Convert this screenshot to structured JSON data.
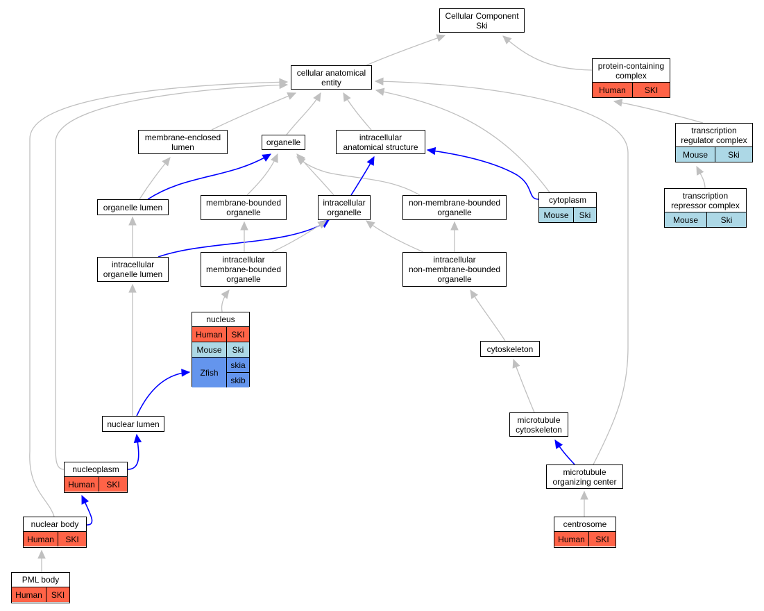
{
  "colors": {
    "edge_gray": "#c0c0c0",
    "edge_blue": "#0000ff",
    "Human": "#ff6347",
    "Mouse": "#add8e6",
    "Zfish": "#6495ed"
  },
  "nodes": {
    "cellular_component": {
      "label": "Cellular Component\nSki"
    },
    "cellular_anatomical_entity": {
      "label": "cellular anatomical\nentity"
    },
    "protein_containing_complex": {
      "label": "protein-containing\ncomplex",
      "species": [
        {
          "name": "Human",
          "genes": [
            "SKI"
          ]
        }
      ]
    },
    "membrane_enclosed_lumen": {
      "label": "membrane-enclosed\nlumen"
    },
    "organelle": {
      "label": "organelle"
    },
    "intracellular_anatomical_structure": {
      "label": "intracellular\nanatomical structure"
    },
    "transcription_regulator_complex": {
      "label": "transcription\nregulator complex",
      "species": [
        {
          "name": "Mouse",
          "genes": [
            "Ski"
          ]
        }
      ]
    },
    "organelle_lumen": {
      "label": "organelle lumen"
    },
    "membrane_bounded_organelle": {
      "label": "membrane-bounded\norganelle"
    },
    "intracellular_organelle": {
      "label": "intracellular\norganelle"
    },
    "non_membrane_bounded_organelle": {
      "label": "non-membrane-bounded\norganelle"
    },
    "cytoplasm": {
      "label": "cytoplasm",
      "species": [
        {
          "name": "Mouse",
          "genes": [
            "Ski"
          ]
        }
      ]
    },
    "transcription_repressor_complex": {
      "label": "transcription\nrepressor complex",
      "species": [
        {
          "name": "Mouse",
          "genes": [
            "Ski"
          ]
        }
      ]
    },
    "intracellular_organelle_lumen": {
      "label": "intracellular\norganelle lumen"
    },
    "intracellular_membrane_bounded_organelle": {
      "label": "intracellular\nmembrane-bounded\norganelle"
    },
    "intracellular_non_membrane_bounded_organelle": {
      "label": "intracellular\nnon-membrane-bounded\norganelle"
    },
    "nucleus": {
      "label": "nucleus",
      "species": [
        {
          "name": "Human",
          "genes": [
            "SKI"
          ]
        },
        {
          "name": "Mouse",
          "genes": [
            "Ski"
          ]
        },
        {
          "name": "Zfish",
          "genes": [
            "skia",
            "skib"
          ]
        }
      ]
    },
    "cytoskeleton": {
      "label": "cytoskeleton"
    },
    "nuclear_lumen": {
      "label": "nuclear lumen"
    },
    "microtubule_cytoskeleton": {
      "label": "microtubule\ncytoskeleton"
    },
    "nucleoplasm": {
      "label": "nucleoplasm",
      "species": [
        {
          "name": "Human",
          "genes": [
            "SKI"
          ]
        }
      ]
    },
    "microtubule_organizing_center": {
      "label": "microtubule\norganizing center"
    },
    "nuclear_body": {
      "label": "nuclear body",
      "species": [
        {
          "name": "Human",
          "genes": [
            "SKI"
          ]
        }
      ]
    },
    "centrosome": {
      "label": "centrosome",
      "species": [
        {
          "name": "Human",
          "genes": [
            "SKI"
          ]
        }
      ]
    },
    "pml_body": {
      "label": "PML body",
      "species": [
        {
          "name": "Human",
          "genes": [
            "SKI"
          ]
        }
      ]
    }
  },
  "edges": [
    {
      "from": "cellular_anatomical_entity",
      "to": "cellular_component",
      "relation": "is_a"
    },
    {
      "from": "protein_containing_complex",
      "to": "cellular_component",
      "relation": "is_a"
    },
    {
      "from": "membrane_enclosed_lumen",
      "to": "cellular_anatomical_entity",
      "relation": "is_a"
    },
    {
      "from": "organelle",
      "to": "cellular_anatomical_entity",
      "relation": "is_a"
    },
    {
      "from": "intracellular_anatomical_structure",
      "to": "cellular_anatomical_entity",
      "relation": "is_a"
    },
    {
      "from": "cytoplasm",
      "to": "cellular_anatomical_entity",
      "relation": "is_a"
    },
    {
      "from": "nuclear_body",
      "to": "cellular_anatomical_entity",
      "relation": "is_a"
    },
    {
      "from": "nucleoplasm",
      "to": "cellular_anatomical_entity",
      "relation": "is_a"
    },
    {
      "from": "microtubule_organizing_center",
      "to": "cellular_anatomical_entity",
      "relation": "is_a"
    },
    {
      "from": "transcription_regulator_complex",
      "to": "protein_containing_complex",
      "relation": "is_a"
    },
    {
      "from": "transcription_repressor_complex",
      "to": "transcription_regulator_complex",
      "relation": "is_a"
    },
    {
      "from": "organelle_lumen",
      "to": "membrane_enclosed_lumen",
      "relation": "is_a"
    },
    {
      "from": "organelle_lumen",
      "to": "organelle",
      "relation": "part_of"
    },
    {
      "from": "membrane_bounded_organelle",
      "to": "organelle",
      "relation": "is_a"
    },
    {
      "from": "intracellular_organelle",
      "to": "organelle",
      "relation": "is_a"
    },
    {
      "from": "non_membrane_bounded_organelle",
      "to": "organelle",
      "relation": "is_a"
    },
    {
      "from": "intracellular_organelle",
      "to": "intracellular_anatomical_structure",
      "relation": "part_of"
    },
    {
      "from": "cytoplasm",
      "to": "intracellular_anatomical_structure",
      "relation": "part_of"
    },
    {
      "from": "intracellular_organelle_lumen",
      "to": "organelle_lumen",
      "relation": "is_a"
    },
    {
      "from": "intracellular_organelle_lumen",
      "to": "intracellular_organelle",
      "relation": "part_of"
    },
    {
      "from": "intracellular_membrane_bounded_organelle",
      "to": "membrane_bounded_organelle",
      "relation": "is_a"
    },
    {
      "from": "intracellular_membrane_bounded_organelle",
      "to": "intracellular_organelle",
      "relation": "is_a"
    },
    {
      "from": "intracellular_non_membrane_bounded_organelle",
      "to": "intracellular_organelle",
      "relation": "is_a"
    },
    {
      "from": "intracellular_non_membrane_bounded_organelle",
      "to": "non_membrane_bounded_organelle",
      "relation": "is_a"
    },
    {
      "from": "nucleus",
      "to": "intracellular_membrane_bounded_organelle",
      "relation": "is_a"
    },
    {
      "from": "cytoskeleton",
      "to": "intracellular_non_membrane_bounded_organelle",
      "relation": "is_a"
    },
    {
      "from": "nuclear_lumen",
      "to": "intracellular_organelle_lumen",
      "relation": "is_a"
    },
    {
      "from": "nuclear_lumen",
      "to": "nucleus",
      "relation": "part_of"
    },
    {
      "from": "microtubule_cytoskeleton",
      "to": "cytoskeleton",
      "relation": "is_a"
    },
    {
      "from": "nucleoplasm",
      "to": "nuclear_lumen",
      "relation": "part_of"
    },
    {
      "from": "microtubule_organizing_center",
      "to": "microtubule_cytoskeleton",
      "relation": "part_of"
    },
    {
      "from": "nuclear_body",
      "to": "nucleoplasm",
      "relation": "part_of"
    },
    {
      "from": "centrosome",
      "to": "microtubule_organizing_center",
      "relation": "is_a"
    },
    {
      "from": "pml_body",
      "to": "nuclear_body",
      "relation": "is_a"
    }
  ]
}
